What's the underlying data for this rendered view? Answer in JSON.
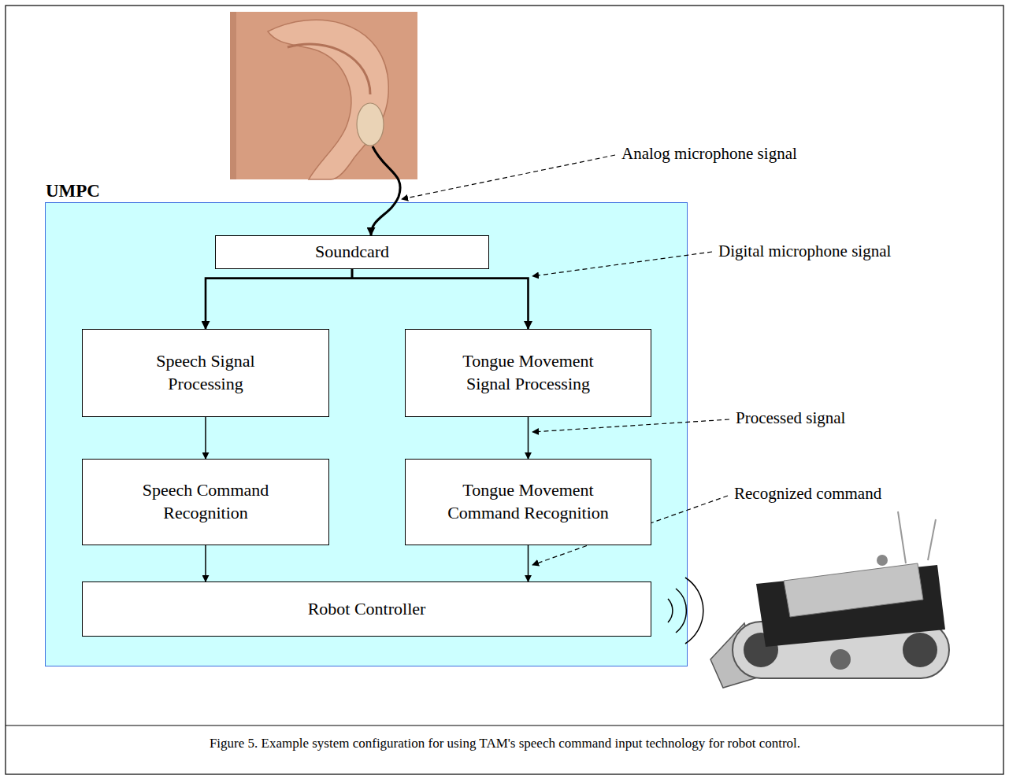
{
  "diagram": {
    "caption": "Figure 5. Example system configuration for using TAM's speech command input technology for robot control.",
    "nodes": [
      {
        "text": [
          "UMPC"
        ]
      },
      {
        "text": [
          "Soundcard"
        ],
        "in": 0
      },
      {
        "text": [
          "Speech Signal Processing"
        ],
        "in": 0
      },
      {
        "text": [
          "Tongue Movement Signal Processing"
        ],
        "in": 0
      },
      {
        "text": [
          "Speech Command Recognition"
        ],
        "in": 0
      },
      {
        "text": [
          "Tongue Movement Command Recognition"
        ],
        "in": 0
      },
      {
        "text": [
          "Robot Controller"
        ],
        "in": 0
      }
    ],
    "edges": [
      {
        "from": 1,
        "to": 2,
        "arrow": "to"
      },
      {
        "from": 1,
        "to": 3,
        "arrow": "to"
      },
      {
        "from": 2,
        "to": 4,
        "arrow": "to"
      },
      {
        "from": 3,
        "to": 5,
        "arrow": "to"
      },
      {
        "from": 4,
        "to": 6,
        "arrow": "to"
      },
      {
        "from": 5,
        "to": 6,
        "arrow": "to"
      }
    ],
    "labels": [
      "Analog microphone signal",
      "Digital microphone signal",
      "Processed signal",
      "Recognized command"
    ]
  }
}
